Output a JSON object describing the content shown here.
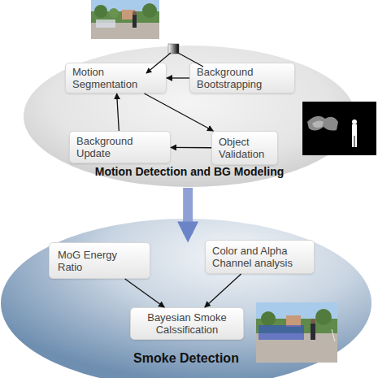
{
  "diagram": {
    "nodes": [
      {
        "text": [
          "Motion Detection and BG Modeling"
        ]
      },
      {
        "text": [
          "Motion Segmentation"
        ],
        "in": 0
      },
      {
        "text": [
          "Background Bootstrapping"
        ],
        "in": 0
      },
      {
        "text": [
          "Background Update"
        ],
        "in": 0
      },
      {
        "text": [
          "Object Validation"
        ],
        "in": 0
      },
      {
        "text": [
          "Smoke Detection"
        ]
      },
      {
        "text": [
          "MoG Energy Ratio"
        ],
        "in": 5
      },
      {
        "text": [
          "Color and Alpha Channel analysis"
        ],
        "in": 5
      },
      {
        "text": [
          "Bayesian Smoke Calssification"
        ],
        "in": 5
      }
    ],
    "edges": [
      {
        "from": 2,
        "to": 1,
        "arrow": "to"
      },
      {
        "from": 1,
        "to": 4,
        "arrow": "to"
      },
      {
        "from": 4,
        "to": 3,
        "arrow": "to"
      },
      {
        "from": 3,
        "to": 1,
        "arrow": "to"
      },
      {
        "from": 0,
        "to": 5,
        "arrow": "to"
      },
      {
        "from": 6,
        "to": 8,
        "arrow": "to"
      },
      {
        "from": 7,
        "to": 8,
        "arrow": "to"
      }
    ]
  }
}
